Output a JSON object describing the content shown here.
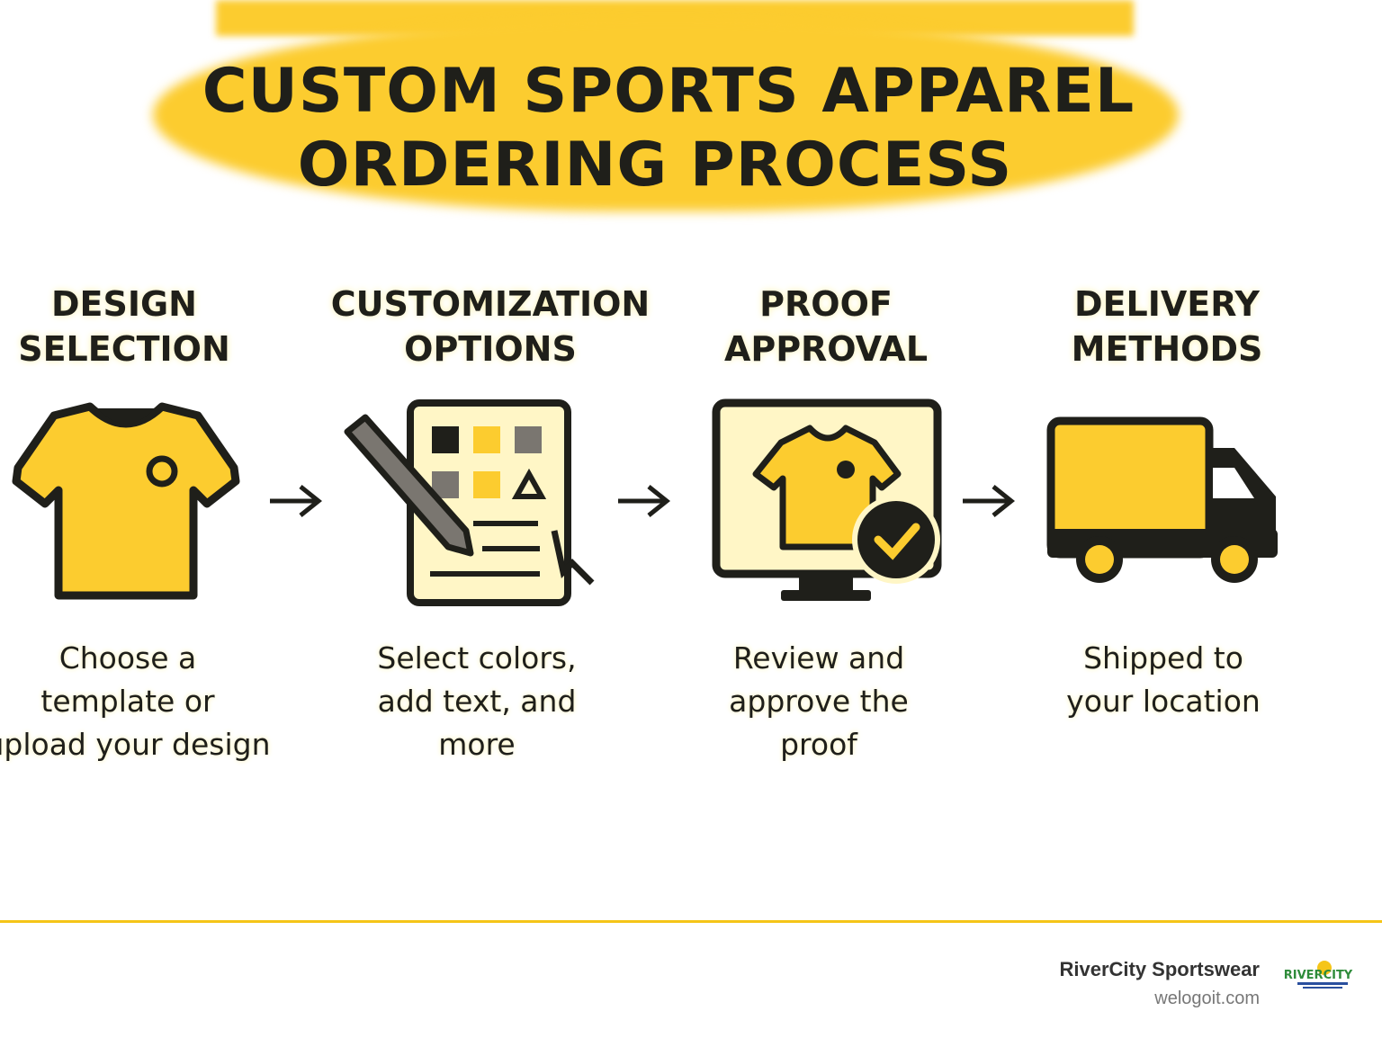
{
  "title": {
    "line1": "CUSTOM SPORTS APPAREL",
    "line2": "ORDERING PROCESS"
  },
  "steps": [
    {
      "heading1": "DESIGN",
      "heading2": "SELECTION",
      "desc1": "Choose a",
      "desc2": "template or",
      "desc3": "upload your design",
      "icon": "t-shirt-icon"
    },
    {
      "heading1": "CUSTOMIZATION",
      "heading2": "OPTIONS",
      "desc1": "Select colors,",
      "desc2": "add text, and",
      "desc3": "more",
      "icon": "pencil-form-icon"
    },
    {
      "heading1": "PROOF",
      "heading2": "APPROVAL",
      "desc1": "Review and",
      "desc2": "approve the",
      "desc3": "proof",
      "icon": "monitor-check-icon"
    },
    {
      "heading1": "DELIVERY",
      "heading2": "METHODS",
      "desc1": "Shipped to",
      "desc2": "your location",
      "desc3": "",
      "icon": "truck-icon"
    }
  ],
  "footer": {
    "brand": "RiverCity Sportswear",
    "site": "welogoit.com",
    "logo_text": "RIVERCITY"
  },
  "colors": {
    "accent": "#fccc2f",
    "dark": "#1f1f1a",
    "rule": "#f5c518"
  }
}
